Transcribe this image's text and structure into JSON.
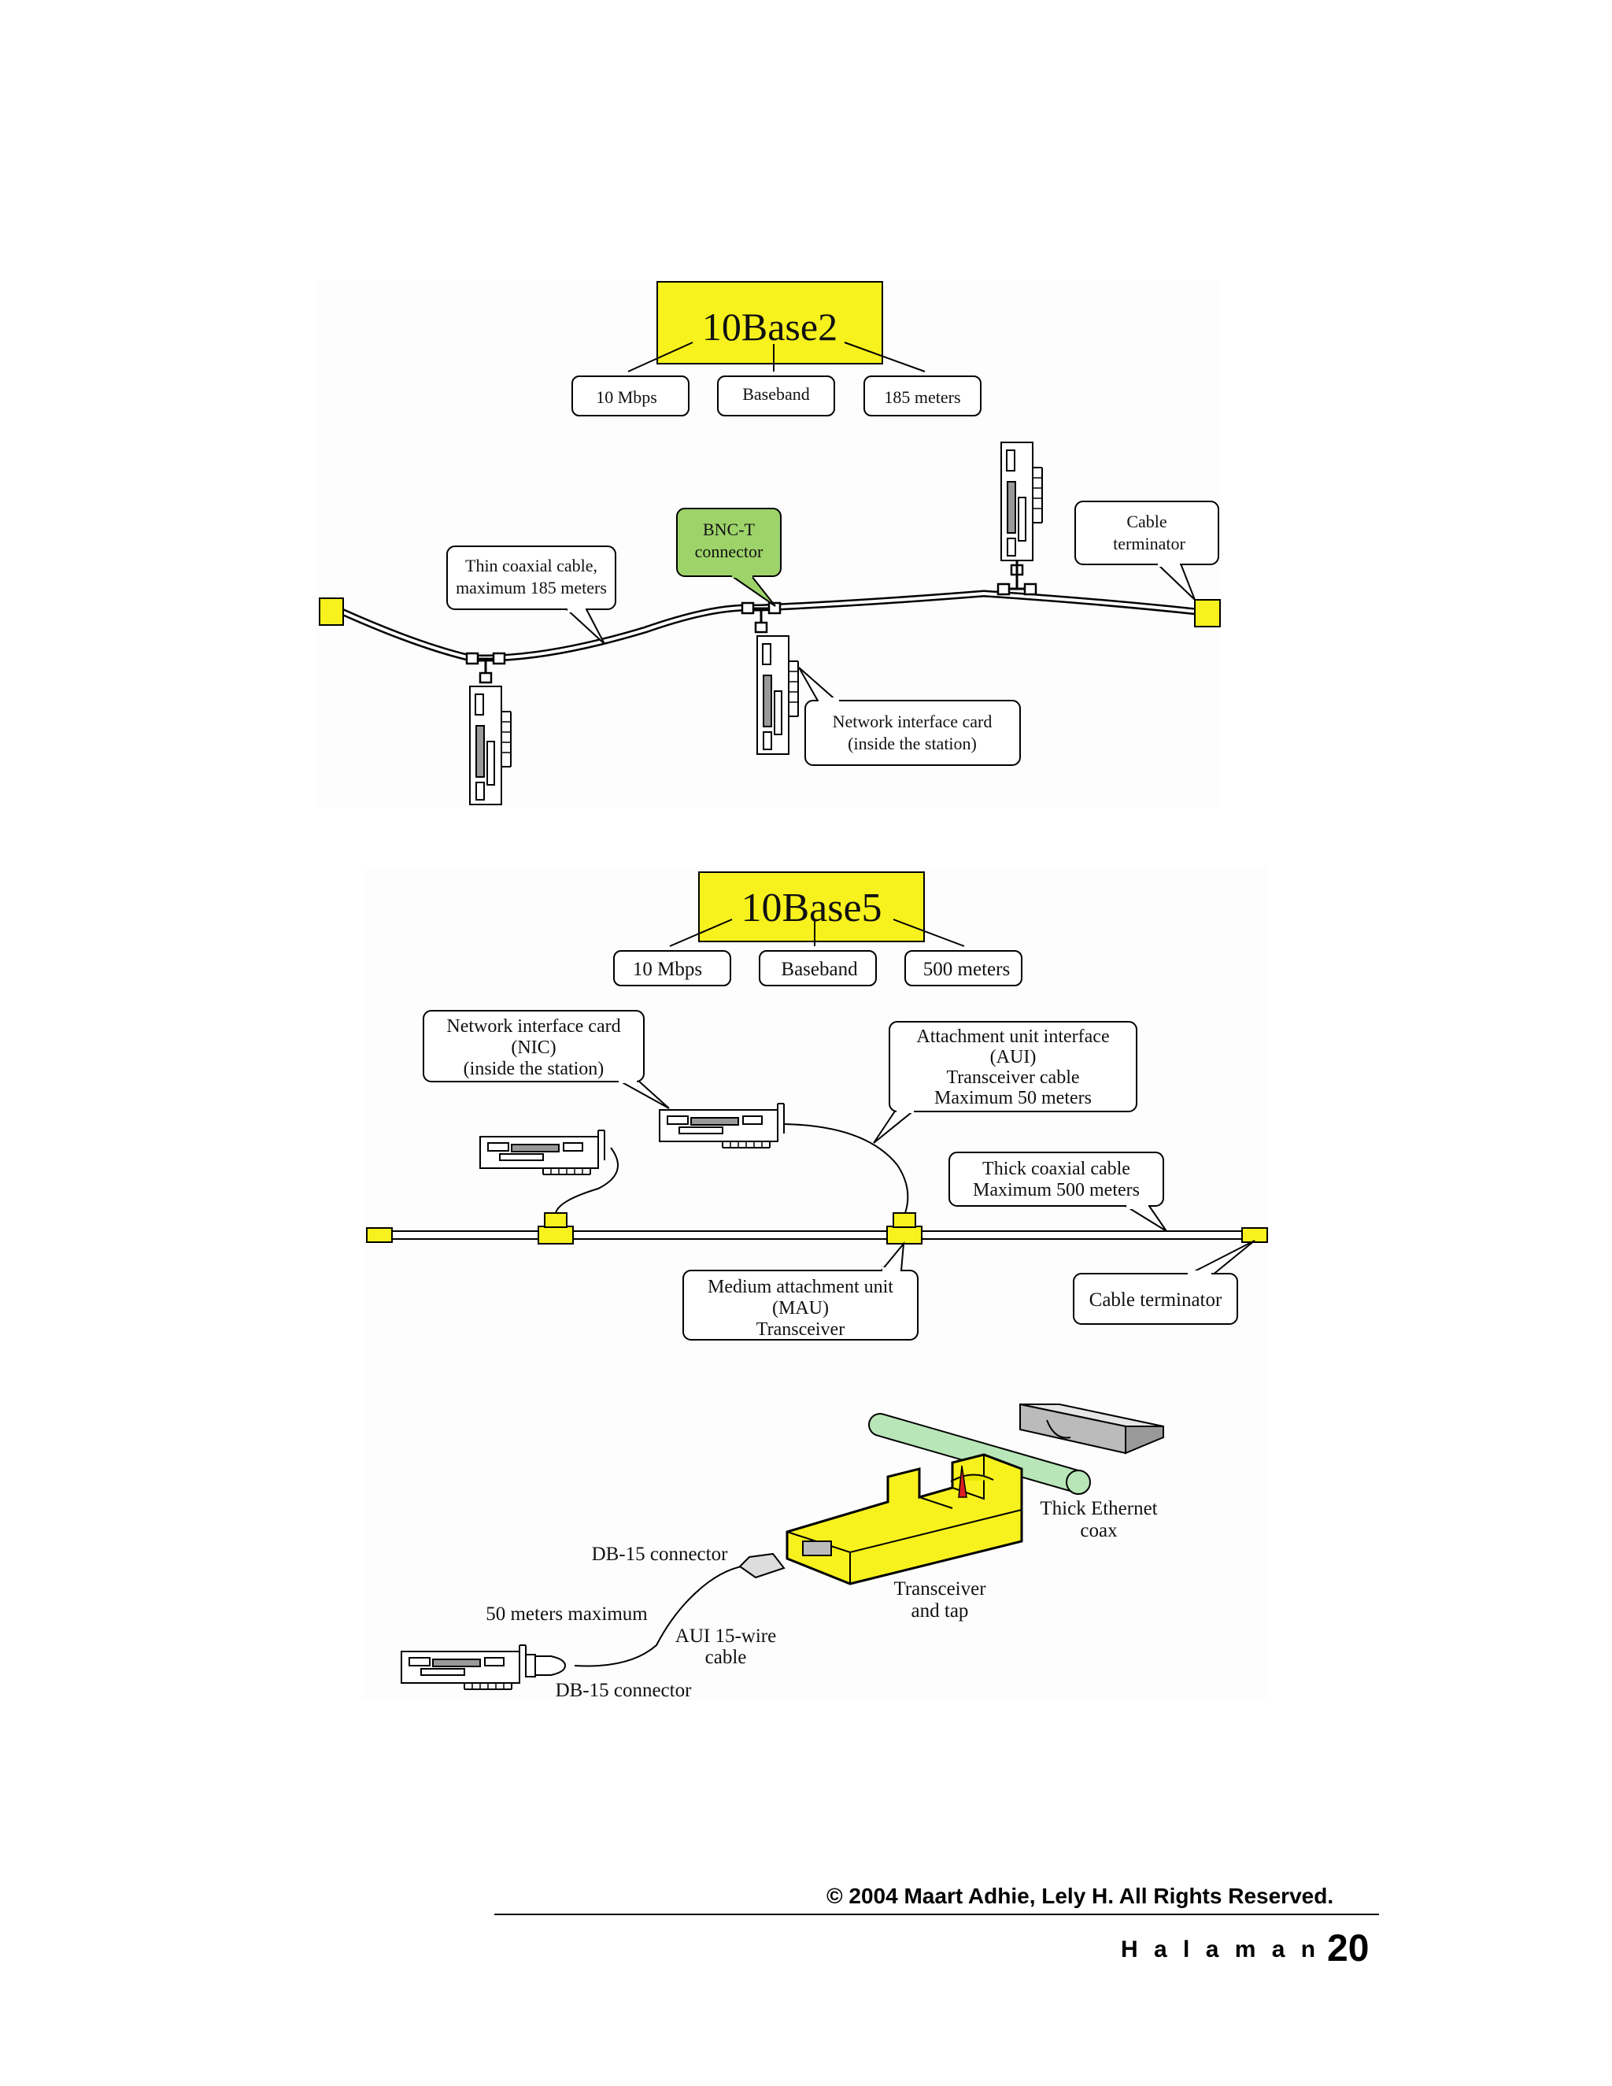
{
  "diagram_10base2": {
    "title": "10Base2",
    "tags": [
      "10 Mbps",
      "Baseband",
      "185 meters"
    ],
    "bnc_label_1": "BNC-T",
    "bnc_label_2": "connector",
    "terminator_label_1": "Cable",
    "terminator_label_2": "terminator",
    "cable_label_1": "Thin coaxial cable,",
    "cable_label_2": "maximum 185 meters",
    "nic_label_1": "Network interface card",
    "nic_label_2": "(inside the station)",
    "colors": {
      "title_bg": "#f7f21d",
      "connector": "#f7f21d",
      "bnc_bg": "#9ed36a"
    }
  },
  "diagram_10base5": {
    "title": "10Base5",
    "tags": [
      "10 Mbps",
      "Baseband",
      "500 meters"
    ],
    "nic_label_1": "Network interface card",
    "nic_label_2": "(NIC)",
    "nic_label_3": "(inside the station)",
    "aui_label_1": "Attachment unit interface",
    "aui_label_2": "(AUI)",
    "aui_label_3": "Transceiver cable",
    "aui_label_4": "Maximum 50 meters",
    "thick_label_1": "Thick coaxial cable",
    "thick_label_2": "Maximum 500 meters",
    "mau_label_1": "Medium attachment unit",
    "mau_label_2": "(MAU)",
    "mau_label_3": "Transceiver",
    "terminator_label": "Cable terminator"
  },
  "diagram_transceiver": {
    "thick_ethernet_1": "Thick Ethernet",
    "thick_ethernet_2": "coax",
    "db15_top": "DB-15 connector",
    "fifty_max": "50 meters maximum",
    "aui_cable_1": "AUI 15-wire",
    "aui_cable_2": "cable",
    "transceiver_1": "Transceiver",
    "transceiver_2": "and tap",
    "db15_bottom": "DB-15 connector",
    "colors": {
      "coax": "#b8e6b8",
      "transceiver": "#f7f21d"
    }
  },
  "footer": {
    "copyright": "© 2004 Maart Adhie, Lely H. All Rights Reserved.",
    "page_label": "H a l a m a n",
    "page_number": "20"
  }
}
